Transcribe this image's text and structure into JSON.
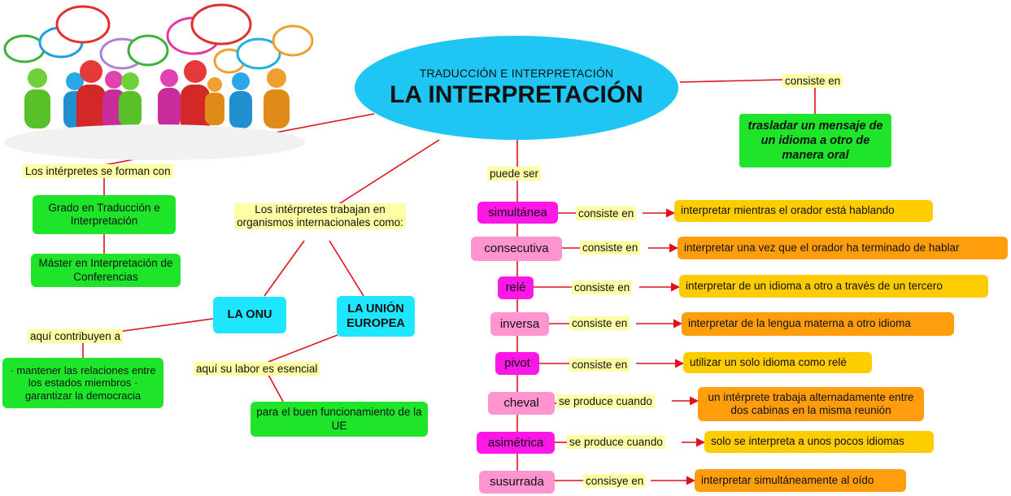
{
  "main": {
    "subtitle": "TRADUCCIÓN E INTERPRETACIÓN",
    "title": "LA INTERPRETACIÓN"
  },
  "definition": {
    "link": "consiste en",
    "text": "trasladar un mensaje de un idioma a otro de manera oral"
  },
  "training": {
    "link": "Los intérpretes se forman con",
    "degree": "Grado en Traducción e Interpretación",
    "master": "Máster en Interpretación de Conferencias"
  },
  "organizations": {
    "intro": "Los intérpretes trabajan en organismos internacionales como:",
    "onu": {
      "name": "LA ONU",
      "link": "aquí contribuyen a",
      "text": "· mantener las relaciones entre los estados miembros · garantizar la democracia"
    },
    "ue": {
      "name": "LA UNIÓN EUROPEA",
      "link": "aquí su labor es esencial",
      "text": "para el buen funcionamiento de la UE"
    }
  },
  "types": {
    "link": "puede ser",
    "items": [
      {
        "name": "simultánea",
        "link": "consiste en",
        "desc": "interpretar mientras el orador está hablando"
      },
      {
        "name": "consecutiva",
        "link": "consiste en",
        "desc": "interpretar una vez que el orador ha terminado de hablar"
      },
      {
        "name": "relé",
        "link": "consiste en",
        "desc": "interpretar de un idioma a otro a través de un tercero"
      },
      {
        "name": "inversa",
        "link": "consiste en",
        "desc": "interpretar de la lengua materna a otro idioma"
      },
      {
        "name": "pivot",
        "link": "consiste en",
        "desc": "utilizar un solo idioma como relé"
      },
      {
        "name": "cheval",
        "link": "se produce cuando",
        "desc": "un intérprete trabaja alternadamente entre dos cabinas en la misma reunión"
      },
      {
        "name": "asimétrica",
        "link": "se produce cuando",
        "desc": "solo se interpreta a unos pocos idiomas"
      },
      {
        "name": "susurrada",
        "link": "consisye en",
        "desc": "interpretar simultáneamente al oído"
      }
    ]
  },
  "colors": {
    "main": "#1fc6f3",
    "green": "#1ee52a",
    "cyan": "#1fe6ff",
    "magenta": "#ff17e6",
    "pink": "#ff94cf",
    "amber": "#ffcc00",
    "orange": "#ff9d0d",
    "link_label": "#ffffa6",
    "connector": "#e0101a"
  },
  "illustration": "people-talking-icon"
}
